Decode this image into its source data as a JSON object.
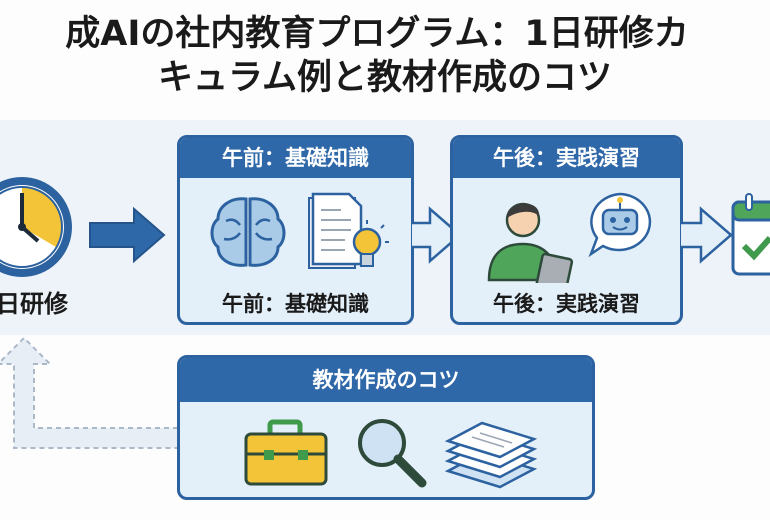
{
  "title": {
    "line1": "成AIの社内教育プログラム：1日研修カ",
    "line2": "キュラム例と教材作成のコツ"
  },
  "start": {
    "label": "日研修",
    "icon": "clock-icon"
  },
  "morning": {
    "header": "午前：基礎知識",
    "caption": "午前：基礎知識",
    "icons": [
      "brain-icon",
      "document-lightbulb-icon"
    ]
  },
  "afternoon": {
    "header": "午後：実践演習",
    "caption": "午後：実践演習",
    "icons": [
      "person-tablet-icon",
      "robot-chat-icon"
    ]
  },
  "end": {
    "icon": "calendar-check-icon"
  },
  "tips": {
    "header": "教材作成のコツ",
    "icons": [
      "toolbox-icon",
      "magnifier-icon",
      "paper-stack-icon"
    ]
  },
  "colors": {
    "primary": "#2f68a8",
    "accent_yellow": "#f3c438",
    "green": "#3f9a4c",
    "light_blue": "#e3eff9"
  }
}
